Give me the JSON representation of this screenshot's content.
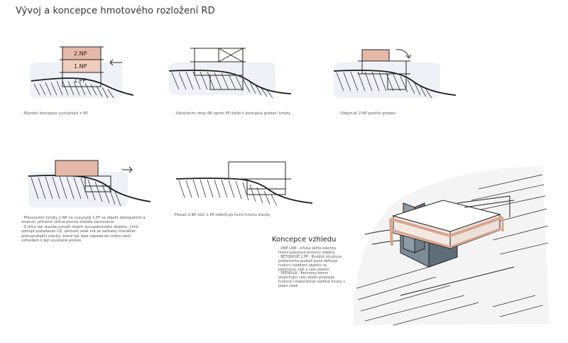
{
  "page": {
    "title": "Vývoj a koncepce hmotového rozložení RD"
  },
  "panels": [
    {
      "id": "p1",
      "labels": [
        "2.NP",
        "1.NP",
        "1.PP"
      ],
      "caption": "- Původní koncepce vycházející z ÚP"
    },
    {
      "id": "p2",
      "caption": "- Uskočením obou NP oproti PP došlo k postupné gradaci hmoty"
    },
    {
      "id": "p3",
      "caption": "- Odejmutí 2.NP posílilo gradaci"
    },
    {
      "id": "p4",
      "caption_lines": [
        "- Přesunutím hmoty 2.NP na vysunuté 1.PP se objekt zkompaktnil a",
        "zmenšil, přičemž užitná plocha zůstala zachována",
        "- Z ulice tak stavba vytváří dojem dvoupatrového objektu, čímž",
        "splňuje požadavek ÚS, zároveň však má ze zahrady charakter",
        "jednopodlažní stavby, která tak lépe zapadá do svého okolí",
        "vzhledem k její vyvýšené poloze."
      ]
    },
    {
      "id": "p5",
      "caption": "- Přesah 1.NP vůči 1.PP odlehčuje horní hmotu stavby"
    }
  ],
  "concept": {
    "heading": "Koncepce vzhledu",
    "lines": [
      "- ONE LINE - křivka obíhá všechny",
      "hlavní pobytové prostory objektu",
      "- BETONOVÉ 1.PP - Brutální struktura",
      "podzemního podlaží jasně definuje",
      "funkční rozdělení objektu na",
      "pobytovou část a část zázemí",
      "- ŠPENDLÍK - Betonový komín",
      "propichující celý objekt propojuje",
      "funkčně i materiálově rozdílné hmoty v",
      "jeden celek"
    ]
  },
  "colors": {
    "mass": "#e6b8a8",
    "ground": "#1a1a1a",
    "sky": "#eef1f7",
    "concrete": "#6b7a86"
  }
}
